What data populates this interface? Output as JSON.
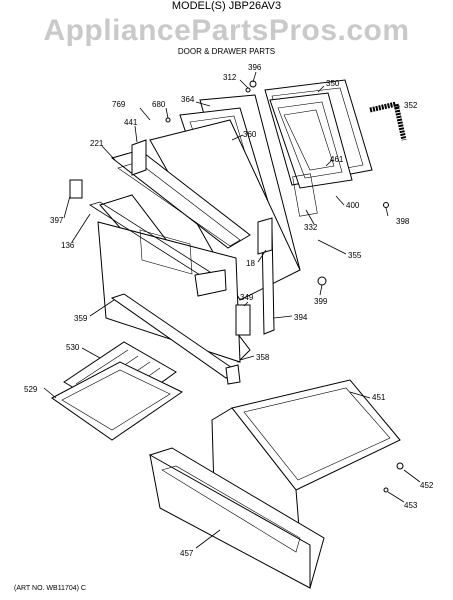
{
  "header": {
    "model": "MODEL(S) JBP26AV3",
    "watermark": "AppliancePartsPros.com",
    "subtitle": "DOOR & DRAWER PARTS"
  },
  "footer": {
    "art_no": "(ART NO. WB11704) C"
  },
  "callouts": [
    "396",
    "312",
    "350",
    "352",
    "769",
    "680",
    "364",
    "441",
    "360",
    "221",
    "461",
    "400",
    "398",
    "397",
    "332",
    "136",
    "18",
    "355",
    "399",
    "349",
    "359",
    "394",
    "358",
    "530",
    "451",
    "529",
    "452",
    "453",
    "457"
  ]
}
